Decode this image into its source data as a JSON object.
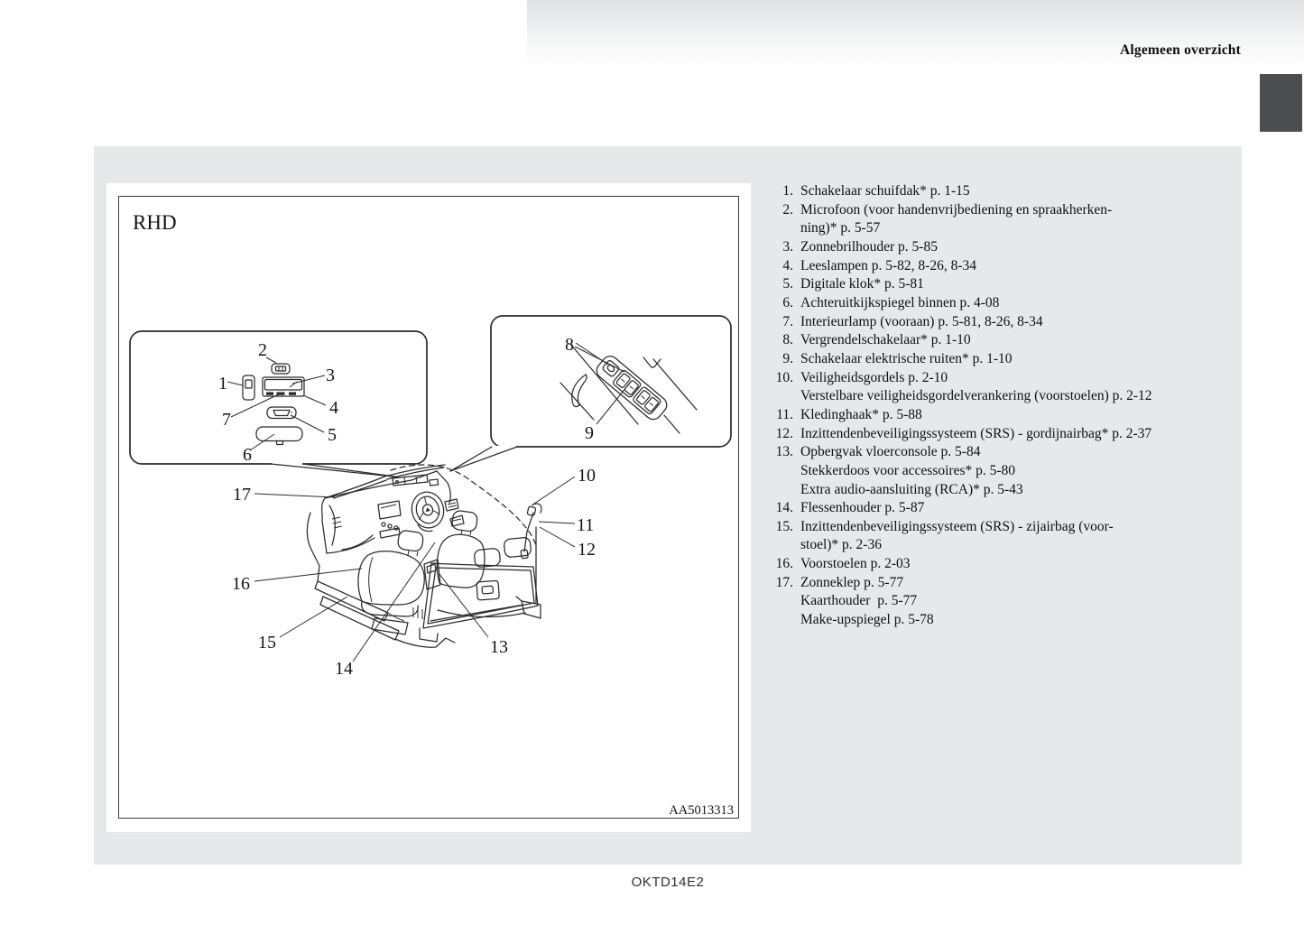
{
  "page": {
    "header_title": "Algemeen overzicht",
    "footer_code": "OKTD14E2"
  },
  "diagram": {
    "vehicle_label": "RHD",
    "figure_code": "AA5013313",
    "callouts": {
      "c1": "1",
      "c2": "2",
      "c3": "3",
      "c4": "4",
      "c5": "5",
      "c6": "6",
      "c7": "7",
      "c8": "8",
      "c9": "9",
      "c10": "10",
      "c11": "11",
      "c12": "12",
      "c13": "13",
      "c14": "14",
      "c15": "15",
      "c16": "16",
      "c17": "17"
    }
  },
  "legend": {
    "items": [
      {
        "num": "1.",
        "lines": [
          "Schakelaar schuifdak* p. 1-15"
        ]
      },
      {
        "num": "2.",
        "lines": [
          "Microfoon (voor handenvrijbediening en spraakherken-",
          "ning)* p. 5-57"
        ]
      },
      {
        "num": "3.",
        "lines": [
          "Zonnebrilhouder p. 5-85"
        ]
      },
      {
        "num": "4.",
        "lines": [
          "Leeslampen p. 5-82, 8-26, 8-34"
        ]
      },
      {
        "num": "5.",
        "lines": [
          "Digitale klok* p. 5-81"
        ]
      },
      {
        "num": "6.",
        "lines": [
          "Achteruitkijkspiegel binnen p. 4-08"
        ]
      },
      {
        "num": "7.",
        "lines": [
          "Interieurlamp (vooraan) p. 5-81, 8-26, 8-34"
        ]
      },
      {
        "num": "8.",
        "lines": [
          "Vergrendelschakelaar* p. 1-10"
        ]
      },
      {
        "num": "9.",
        "lines": [
          "Schakelaar elektrische ruiten* p. 1-10"
        ]
      },
      {
        "num": "10.",
        "lines": [
          "Veiligheidsgordels p. 2-10",
          "Verstelbare veiligheidsgordelverankering (voorstoelen) p. 2-12"
        ]
      },
      {
        "num": "11.",
        "lines": [
          "Kledinghaak* p. 5-88"
        ]
      },
      {
        "num": "12.",
        "lines": [
          "Inzittendenbeveiligingssysteem (SRS) - gordijnairbag* p. 2-37"
        ]
      },
      {
        "num": "13.",
        "lines": [
          "Opbergvak vloerconsole p. 5-84",
          "Stekkerdoos voor accessoires* p. 5-80",
          "Extra audio-aansluiting (RCA)* p. 5-43"
        ]
      },
      {
        "num": "14.",
        "lines": [
          "Flessenhouder p. 5-87"
        ]
      },
      {
        "num": "15.",
        "lines": [
          "Inzittendenbeveiligingssysteem (SRS) - zijairbag (voor-",
          "stoel)* p. 2-36"
        ]
      },
      {
        "num": "16.",
        "lines": [
          "Voorstoelen p. 2-03"
        ]
      },
      {
        "num": "17.",
        "lines": [
          "Zonneklep p. 5-77",
          "Kaarthouder  p. 5-77",
          "Make-upspiegel p. 5-78"
        ]
      }
    ]
  },
  "colors": {
    "panel_bg": "#e7e8e9",
    "band_top": "#dfe0e2",
    "tab_bg": "#4d4e50",
    "line": "#2b2b2b",
    "text": "#161616"
  }
}
